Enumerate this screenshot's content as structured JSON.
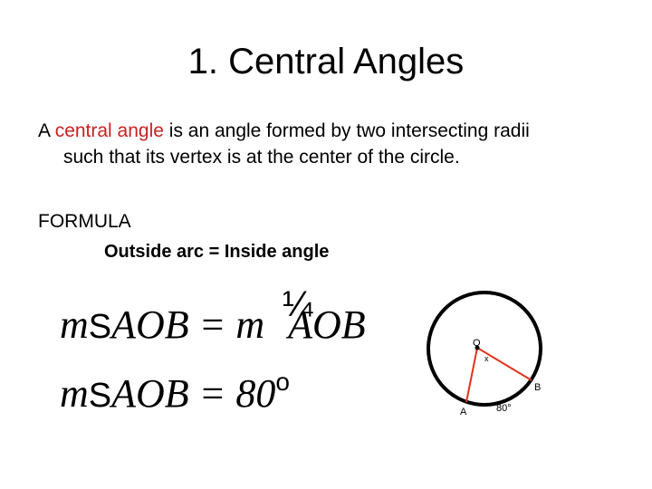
{
  "slide": {
    "title": "1. Central Angles",
    "definition": {
      "prefix": "A ",
      "term": "central angle",
      "rest_line1": " is an angle formed by two intersecting radii",
      "line2": "such that its vertex is at the center of the circle."
    },
    "formula_label": "FORMULA",
    "formula_rule": "Outside arc = Inside angle",
    "equation1": {
      "m1": "m",
      "sym1": "S",
      "lhs": "AOB = m",
      "rhs": "AOB",
      "fraction_glyph": "¼"
    },
    "equation2": {
      "m": "m",
      "sym": "S",
      "lhs": "AOB = 80",
      "degree": "o"
    },
    "diagram": {
      "center_label": "O",
      "angle_label": "x",
      "point_a_label": "A",
      "point_b_label": "B",
      "arc_label": "80°",
      "radius_color": "#e0341f"
    }
  }
}
